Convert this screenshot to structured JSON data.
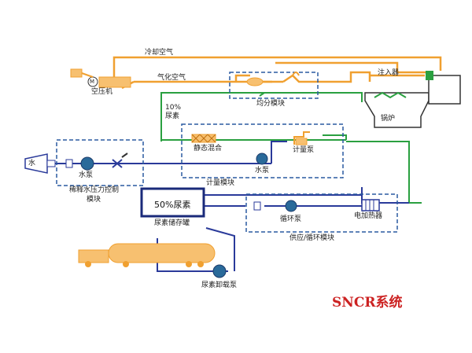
{
  "labels": {
    "cooling_air": "冷却空气",
    "vaporizing_air": "气化空气",
    "air_compressor": "空压机",
    "injector": "注入器",
    "distribution_module": "均分模块",
    "boiler": "锅炉",
    "urea_10_line1": "10%",
    "urea_10_line2": "尿素",
    "static_mixer": "静态混合",
    "metering_pump": "计量泵",
    "water": "水",
    "water_pump_dilution": "水泵",
    "water_pump_metering": "水泵",
    "dilution_module_line1": "稀释水压力控制",
    "dilution_module_line2": "模块",
    "metering_module": "计量模块",
    "urea_50": "50%尿素",
    "urea_storage_tank": "尿素储存罐",
    "circulation_pump": "循环泵",
    "electric_heater": "电加热器",
    "supply_module": "供应/循环模块",
    "unloading_pump": "尿素卸载泵",
    "motor_symbol": "M",
    "title": "SNCR系统"
  },
  "colors": {
    "air_line": "#f0a030",
    "green_line": "#2aa040",
    "water_line": "#2a3a9a",
    "module_border": "#2a5aa0",
    "title": "#cc2222"
  }
}
